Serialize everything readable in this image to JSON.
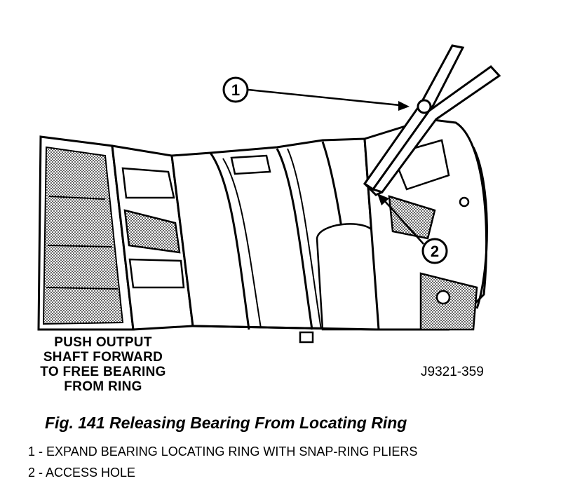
{
  "callouts": [
    {
      "number": "1"
    },
    {
      "number": "2"
    }
  ],
  "instruction": {
    "lines": [
      "PUSH OUTPUT",
      "SHAFT FORWARD",
      "TO FREE BEARING",
      "FROM RING"
    ]
  },
  "figure_code": "J9321-359",
  "caption": "Fig. 141 Releasing Bearing From Locating Ring",
  "legend": [
    {
      "number": "1",
      "text": "1 - EXPAND BEARING LOCATING RING WITH SNAP-RING PLIERS"
    },
    {
      "number": "2",
      "text": "2 - ACCESS HOLE"
    }
  ]
}
